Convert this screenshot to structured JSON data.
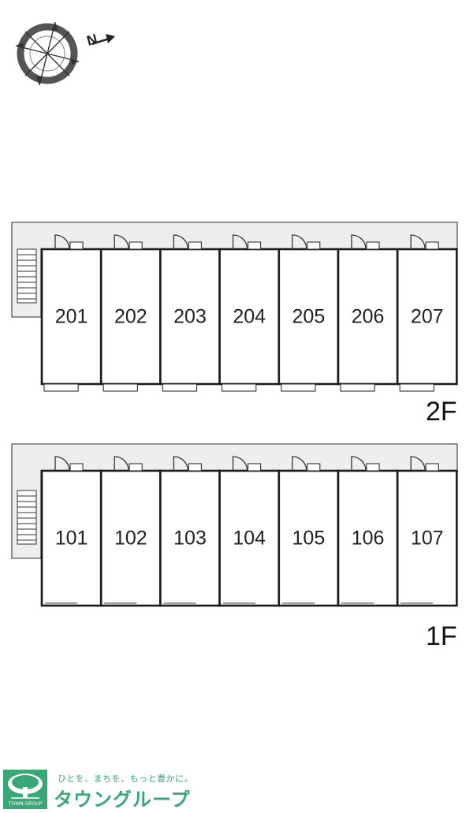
{
  "compass": {
    "north_label": "N",
    "icon": "compass-icon"
  },
  "floors": [
    {
      "id": "2F",
      "label": "2F",
      "units": [
        "201",
        "202",
        "203",
        "204",
        "205",
        "206",
        "207"
      ]
    },
    {
      "id": "1F",
      "label": "1F",
      "units": [
        "101",
        "102",
        "103",
        "104",
        "105",
        "106",
        "107"
      ]
    }
  ],
  "footer": {
    "logo_text": "TOWN GROUP",
    "tagline": "ひとを、まちを、もっと豊かに。",
    "brand": "タウングループ",
    "brand_color": "#3aa776"
  },
  "colors": {
    "corridor": "#eeeeee",
    "line": "#222222",
    "accent": "#3aa776"
  }
}
